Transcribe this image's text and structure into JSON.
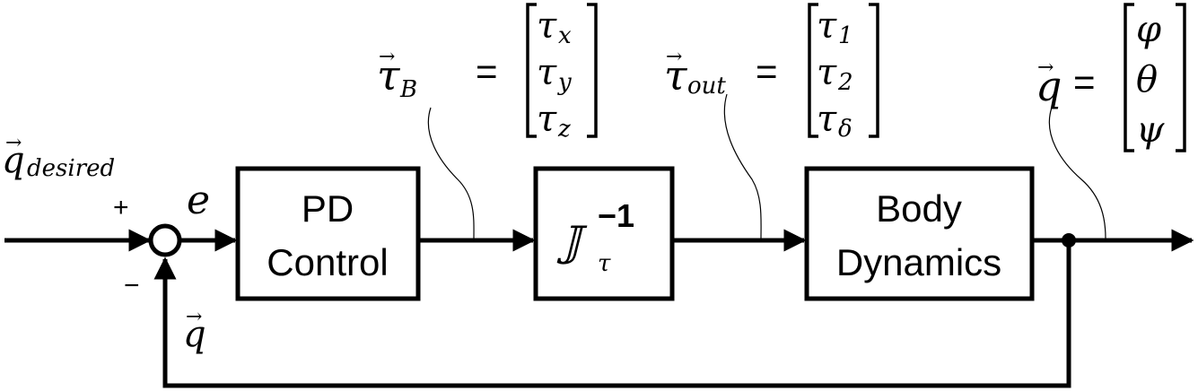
{
  "blocks": {
    "pd": {
      "line1": "PD",
      "line2": "Control"
    },
    "jacobian": {
      "symbol": "𝕁",
      "sub": "τ",
      "sup": "−1"
    },
    "body": {
      "line1": "Body",
      "line2": "Dynamics"
    }
  },
  "signals": {
    "input": {
      "base": "q",
      "sub": "desired"
    },
    "plus": "+",
    "minus": "−",
    "error": "e",
    "feedback": {
      "base": "q"
    },
    "tau_b": {
      "base": "τ",
      "sub": "B",
      "eq": "=",
      "vector": [
        "τ",
        "τ",
        "τ"
      ],
      "vector_subs": [
        "x",
        "y",
        "z"
      ]
    },
    "tau_out": {
      "base": "τ",
      "sub": "out",
      "eq": "=",
      "vector": [
        "τ",
        "τ",
        "τ"
      ],
      "vector_subs": [
        "1",
        "2",
        "δ"
      ]
    },
    "q_out": {
      "base": "q",
      "eq": "=",
      "vector": [
        "φ",
        "θ",
        "ψ"
      ]
    }
  }
}
